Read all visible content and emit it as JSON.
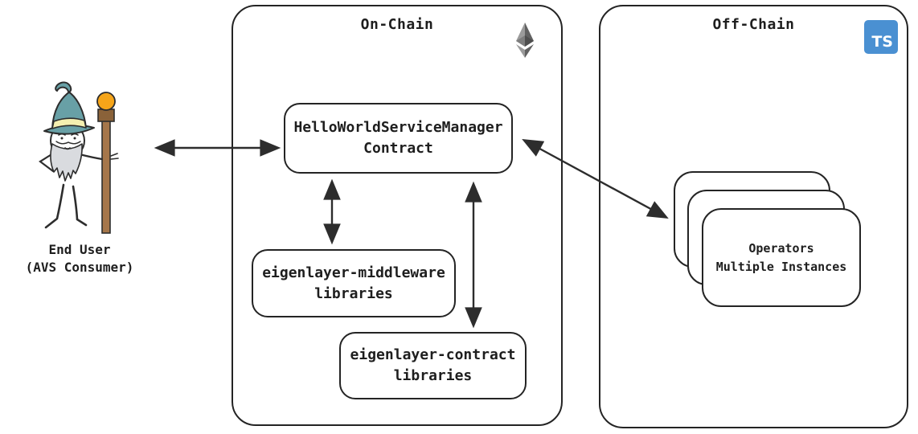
{
  "end_user": {
    "line1": "End User",
    "line2": "(AVS Consumer)"
  },
  "on_chain": {
    "title": "On-Chain",
    "service_manager": {
      "line1": "HelloWorldServiceManager",
      "line2": "Contract"
    },
    "middleware": {
      "line1": "eigenlayer-middleware",
      "line2": "libraries"
    },
    "contract_libs": {
      "line1": "eigenlayer-contract",
      "line2": "libraries"
    }
  },
  "off_chain": {
    "title": "Off-Chain",
    "ts_badge": "TS",
    "operators": {
      "line1": "Operators",
      "line2": "Multiple Instances"
    }
  },
  "connections": [
    {
      "from": "end-user",
      "to": "service-manager-contract",
      "type": "bidirectional"
    },
    {
      "from": "service-manager-contract",
      "to": "eigenlayer-middleware-libraries",
      "type": "bidirectional"
    },
    {
      "from": "service-manager-contract",
      "to": "eigenlayer-contract-libraries",
      "type": "bidirectional"
    },
    {
      "from": "service-manager-contract",
      "to": "operators",
      "type": "bidirectional"
    }
  ],
  "colors": {
    "stroke": "#242424",
    "background": "#ffffff",
    "ts_blue": "#4a90d2",
    "hat_teal": "#68a0a6",
    "hat_band": "#f4efb0",
    "beard_gray": "#d9dbdf",
    "staff_brown": "#a5764a",
    "staff_block_brown": "#8a6239",
    "orb_orange": "#f6a519",
    "eth_light": "#9b9b9b",
    "eth_dark": "#616161"
  }
}
